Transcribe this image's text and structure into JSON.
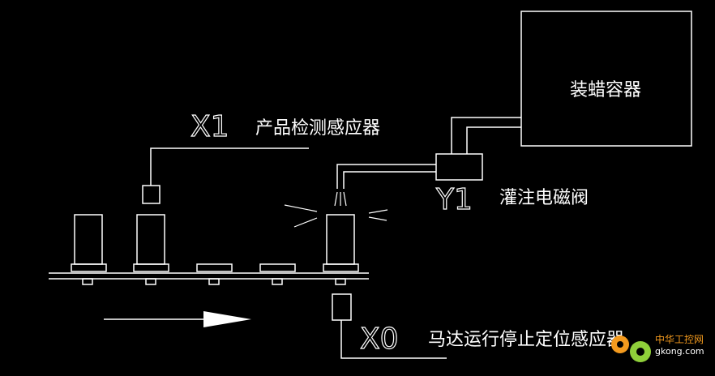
{
  "labels": {
    "wax_container": "装蜡容器",
    "x1_code": "X1",
    "x1_desc": "产品检测感应器",
    "y1_code": "Y1",
    "y1_desc": "灌注电磁阀",
    "x0_code": "X0",
    "x0_desc": "马达运行停止定位感应器"
  },
  "watermark": {
    "site_cn": "中华工控网",
    "site_url": "gkong.com"
  },
  "colors": {
    "background": "#000000",
    "line": "#ffffff",
    "watermark_orange": "#f39a1e",
    "watermark_green": "#8fcf3a"
  }
}
